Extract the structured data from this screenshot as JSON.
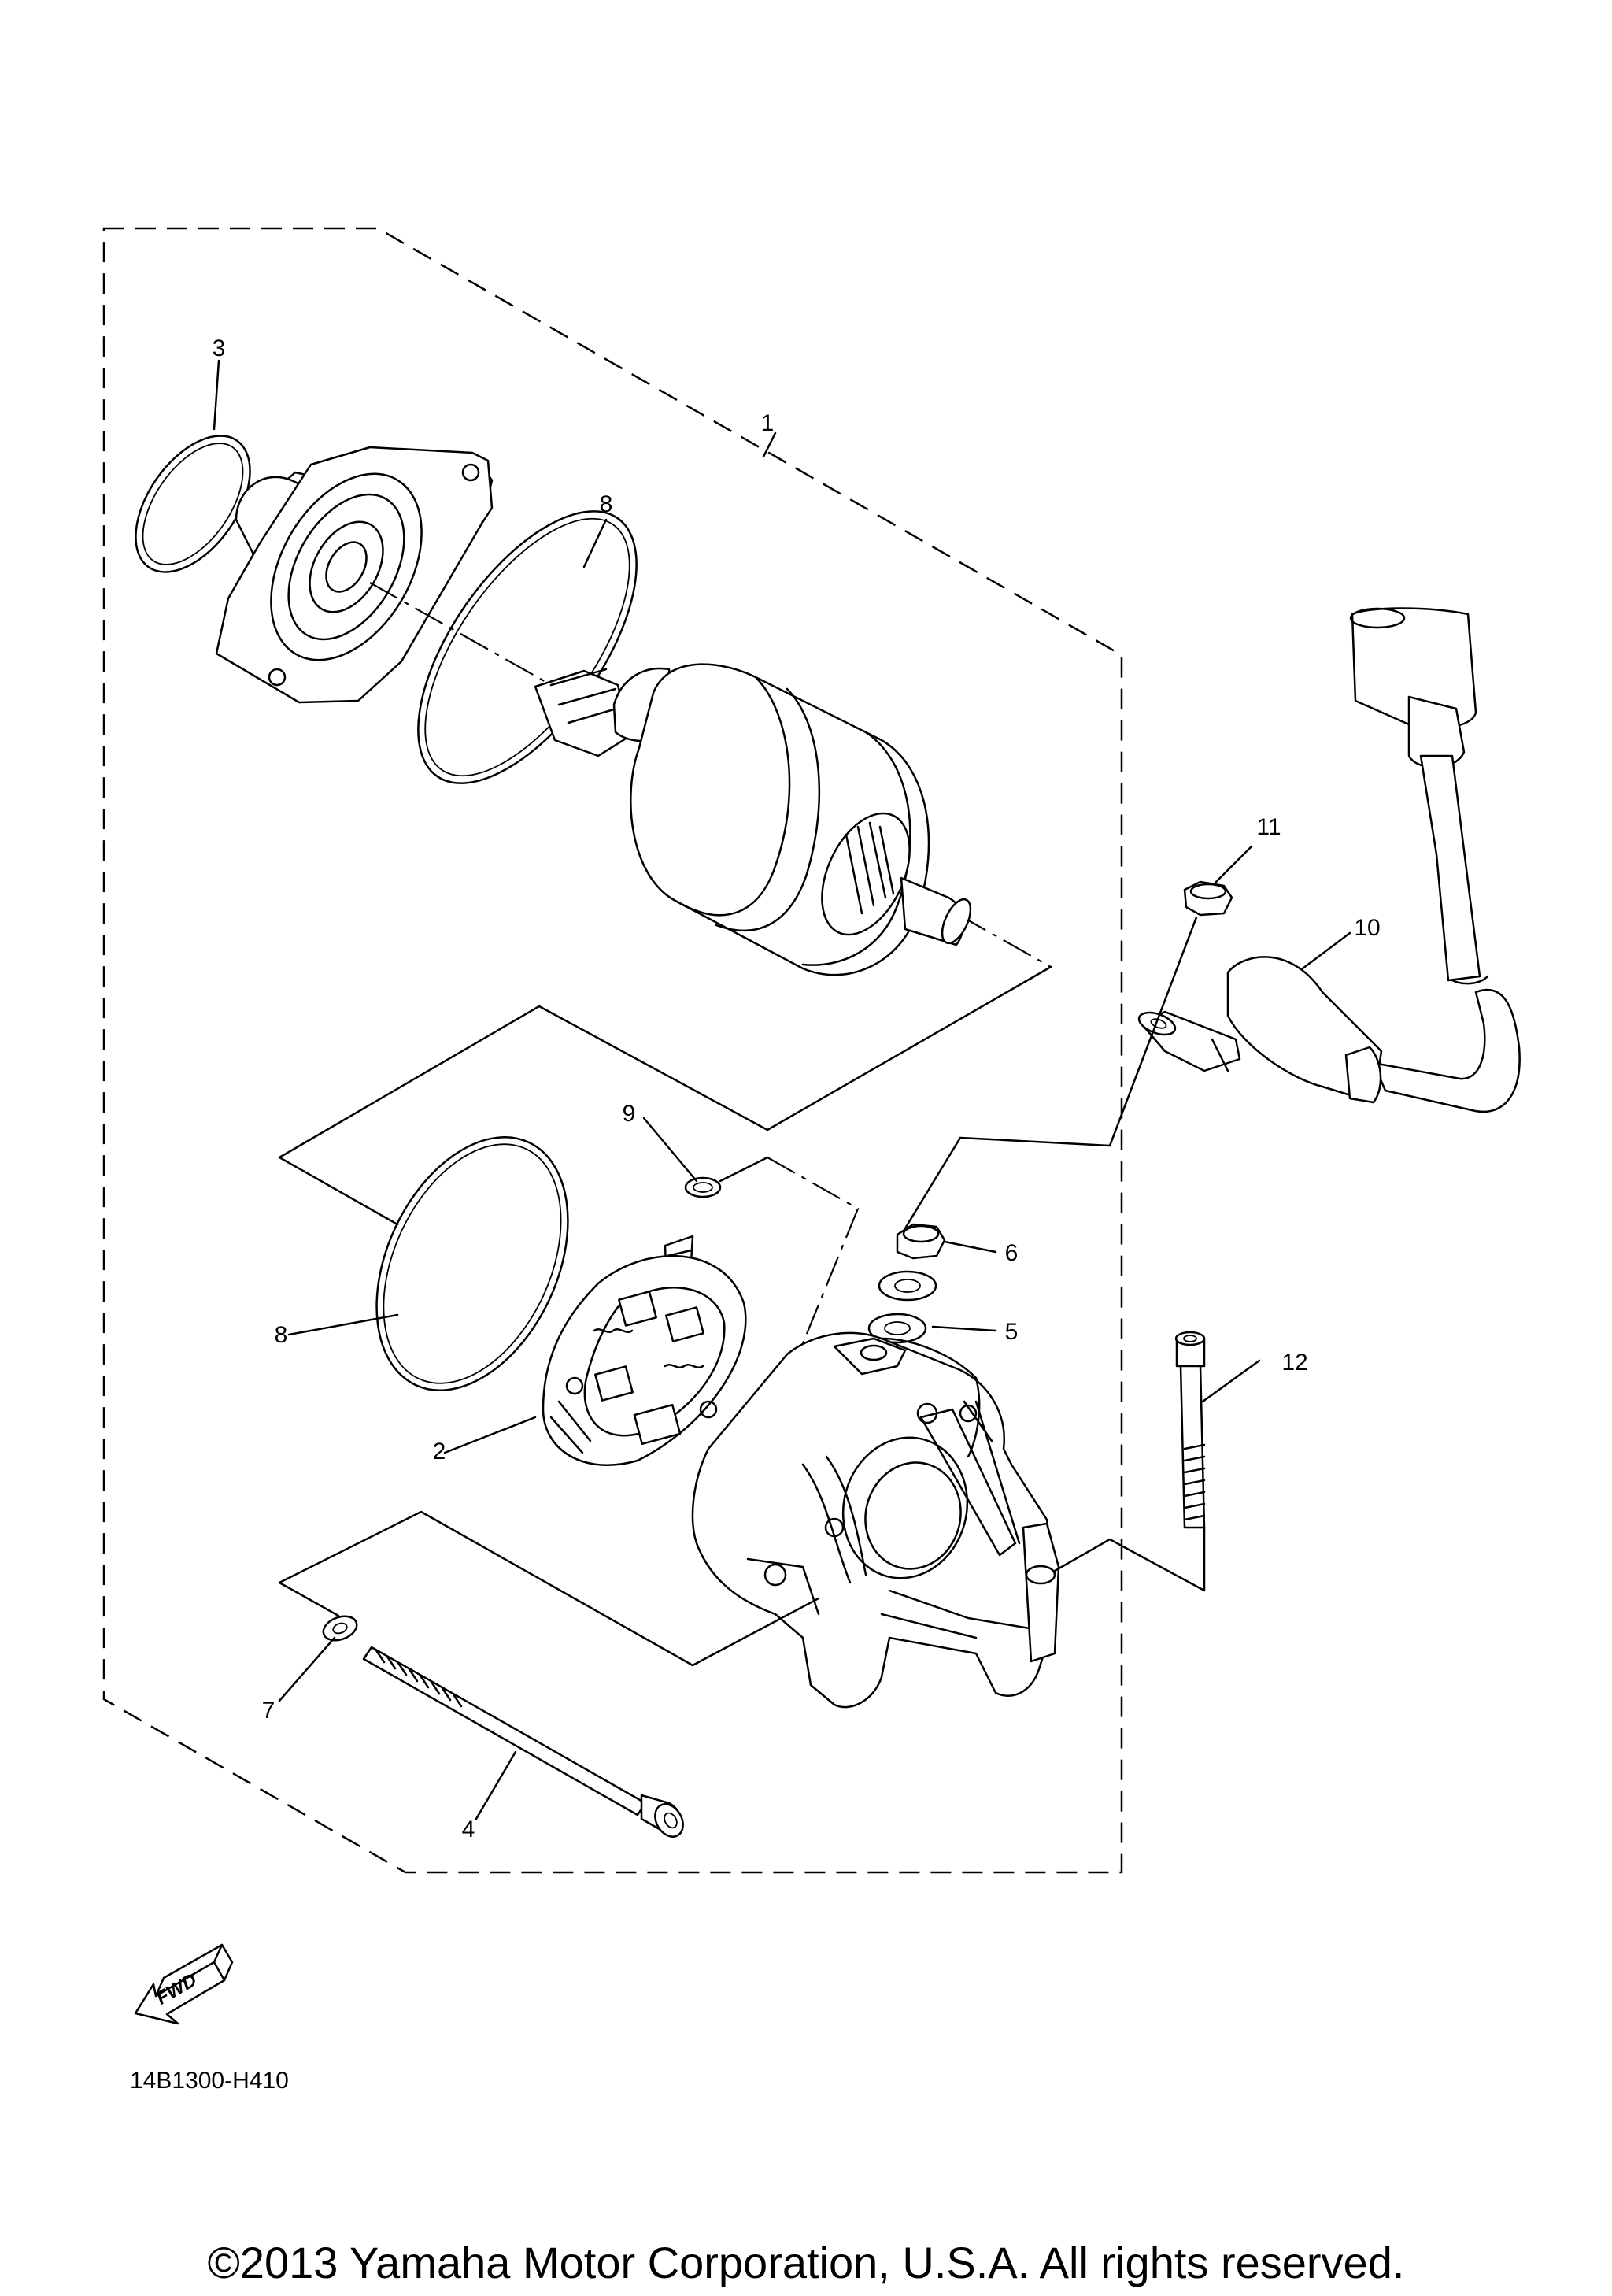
{
  "callouts": {
    "c1": "1",
    "c2": "2",
    "c3": "3",
    "c4": "4",
    "c5": "5",
    "c6": "6",
    "c7": "7",
    "c8a": "8",
    "c8b": "8",
    "c9": "9",
    "c10": "10",
    "c11": "11",
    "c12": "12"
  },
  "fwd_label": "FWD",
  "diagram_code": "14B1300-H410",
  "copyright": "©2013 Yamaha Motor Corporation, U.S.A. All rights reserved."
}
